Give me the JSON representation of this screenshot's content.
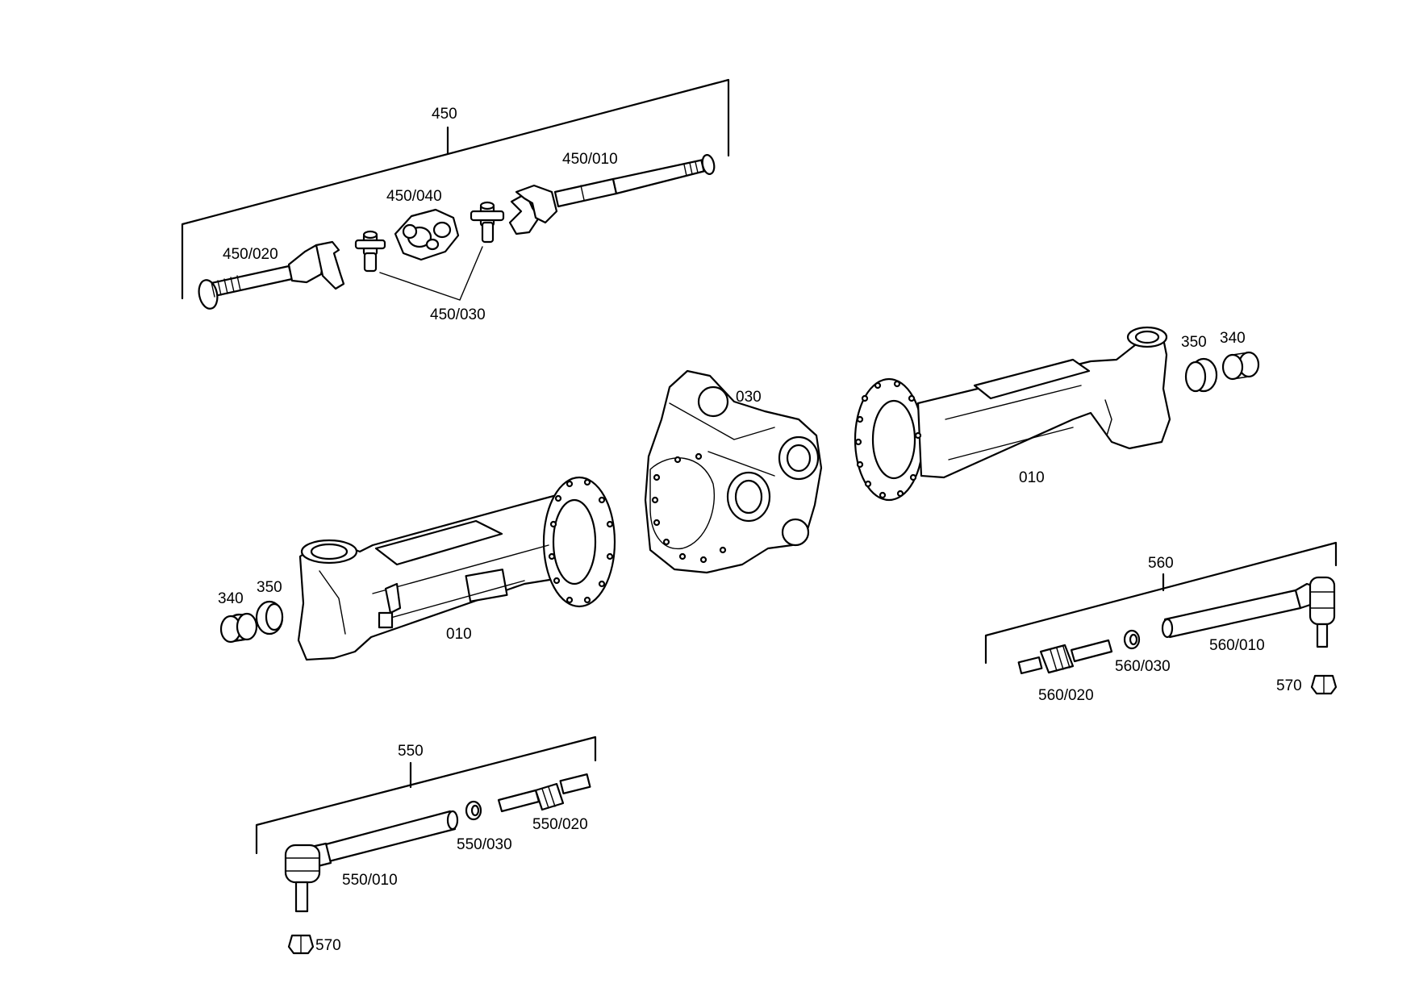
{
  "labels": {
    "l450": "450",
    "l450_010": "450/010",
    "l450_040": "450/040",
    "l450_020": "450/020",
    "l450_030": "450/030",
    "l030": "030",
    "l010_right": "010",
    "l010_left": "010",
    "l350_right": "350",
    "l340_right": "340",
    "l340_left": "340",
    "l350_left": "350",
    "l560": "560",
    "l560_010": "560/010",
    "l560_030": "560/030",
    "l560_020": "560/020",
    "l570_right": "570",
    "l550": "550",
    "l550_030": "550/030",
    "l550_020": "550/020",
    "l550_010": "550/010",
    "l570_left": "570"
  },
  "colors": {
    "line": "#000000",
    "background": "#ffffff"
  }
}
